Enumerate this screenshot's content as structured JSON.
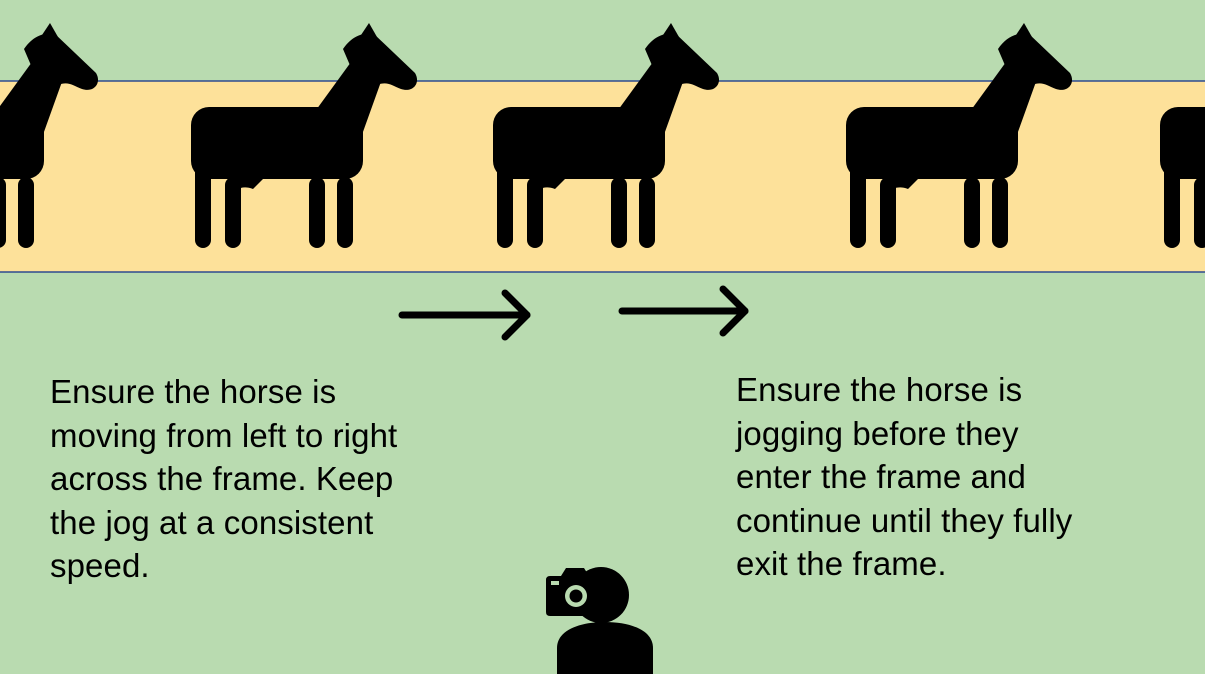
{
  "colors": {
    "background": "#b9dbb0",
    "band": "#fde19a",
    "band_border": "#2f4a8f",
    "silhouette": "#000000"
  },
  "horses": {
    "count": 5,
    "icon": "horse-silhouette-icon"
  },
  "arrows": {
    "count": 2,
    "icon": "right-arrow-icon"
  },
  "instructions": {
    "left": "Ensure the horse is\nmoving from left to right\nacross the frame. Keep\nthe jog at a consistent\nspeed.",
    "right": "Ensure the horse is\njogging before they\nenter the frame and\ncontinue until they fully\nexit the frame."
  },
  "photographer": {
    "person_icon": "person-icon",
    "camera_icon": "camera-icon"
  }
}
